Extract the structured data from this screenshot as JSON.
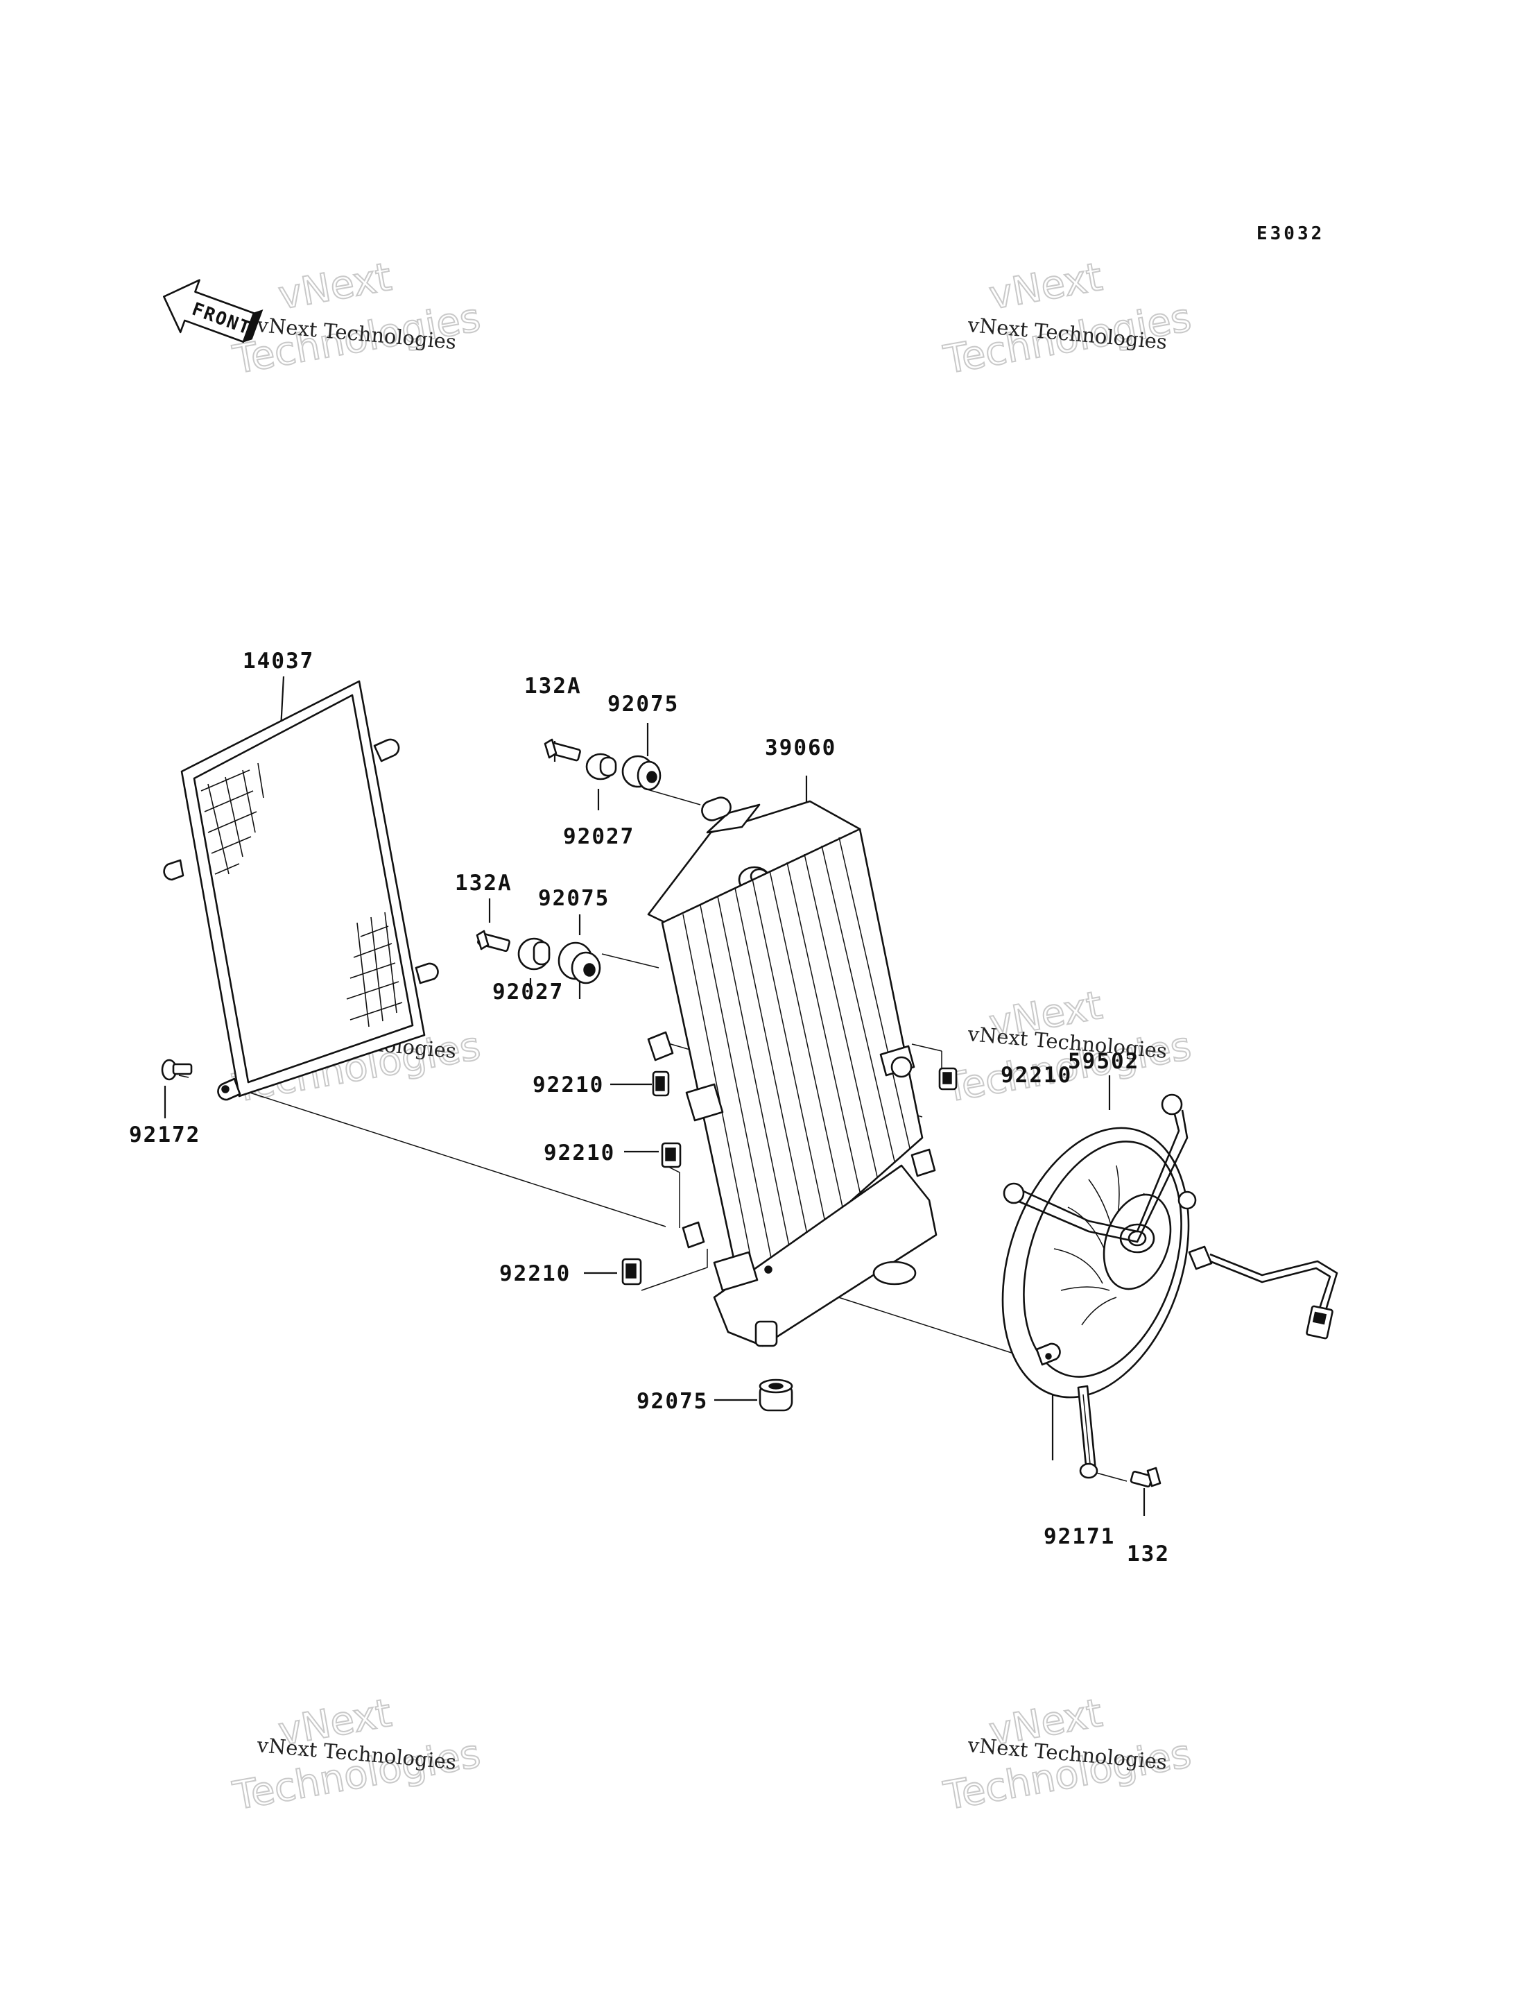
{
  "diagram_code": "E3032",
  "front_label": "FRONT",
  "watermarks": [
    {
      "small": "vNext Technologies",
      "big1": "vNext",
      "big2": "Technologies"
    },
    {
      "small": "vNext Technologies",
      "big1": "vNext",
      "big2": "Technologies"
    },
    {
      "small": "vNext Technologies",
      "big1": "vNext",
      "big2": "Technologies"
    },
    {
      "small": "vNext Technologies",
      "big1": "vNext",
      "big2": "Technologies"
    },
    {
      "small": "vNext Technologies",
      "big1": "vNext",
      "big2": "Technologies"
    },
    {
      "small": "vNext Technologies",
      "big1": "vNext",
      "big2": "Technologies"
    }
  ],
  "parts": [
    {
      "number": "14037"
    },
    {
      "number": "132A"
    },
    {
      "number": "92075"
    },
    {
      "number": "39060"
    },
    {
      "number": "92027"
    },
    {
      "number": "132A"
    },
    {
      "number": "92075"
    },
    {
      "number": "92027"
    },
    {
      "number": "92210"
    },
    {
      "number": "59502"
    },
    {
      "number": "92210"
    },
    {
      "number": "92172"
    },
    {
      "number": "92210"
    },
    {
      "number": "92210"
    },
    {
      "number": "92075"
    },
    {
      "number": "92171"
    },
    {
      "number": "132"
    }
  ]
}
